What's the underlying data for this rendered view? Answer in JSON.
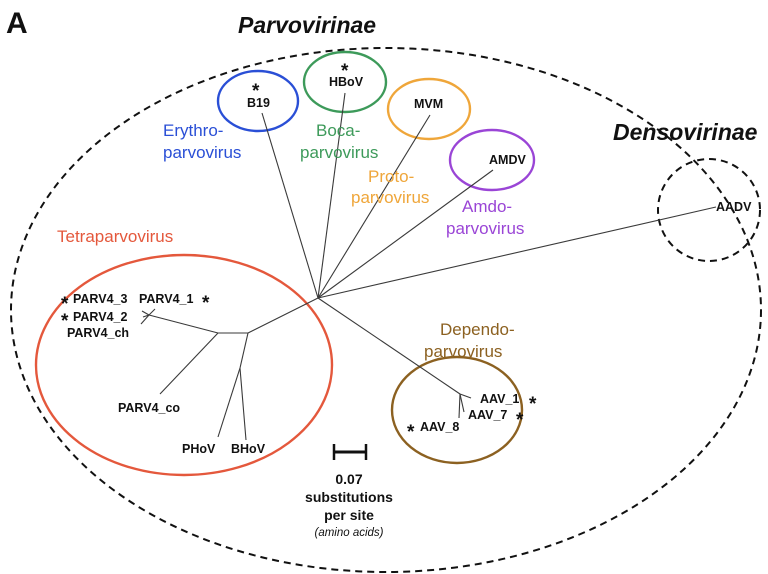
{
  "panel_label": "A",
  "subfamilies": {
    "parvo": "Parvovirinae",
    "denso": "Densovirinae"
  },
  "genera": {
    "erythro": {
      "line1": "Erythro-",
      "line2": "parvovirus",
      "color": "#2a4fd6"
    },
    "boca": {
      "line1": "Boca-",
      "line2": "parvovirus",
      "color": "#3d9a5a"
    },
    "proto": {
      "line1": "Proto-",
      "line2": "parvovirus",
      "color": "#efa63a"
    },
    "amdo": {
      "line1": "Amdo-",
      "line2": "parvovirus",
      "color": "#9a45d6"
    },
    "tetra": {
      "line1": "Tetraparvovirus",
      "color": "#e4583c"
    },
    "dependo": {
      "line1": "Dependo-",
      "line2": "parvovirus",
      "color": "#8c6121"
    }
  },
  "taxa": {
    "b19": "B19",
    "hbov": "HBoV",
    "mvm": "MVM",
    "amdv": "AMDV",
    "aadv": "AADV",
    "parv4_1": "PARV4_1",
    "parv4_2": "PARV4_2",
    "parv4_3": "PARV4_3",
    "parv4_ch": "PARV4_ch",
    "parv4_co": "PARV4_co",
    "phov": "PHoV",
    "bhov": "BHoV",
    "aav_1": "AAV_1",
    "aav_7": "AAV_7",
    "aav_8": "AAV_8"
  },
  "star_marker": "*",
  "scale_bar": {
    "value": "0.07",
    "line2": "substitutions",
    "line3": "per site",
    "note": "(amino acids)"
  },
  "colors": {
    "dashed_circle": "#111111",
    "branch": "#3a3a3a"
  }
}
